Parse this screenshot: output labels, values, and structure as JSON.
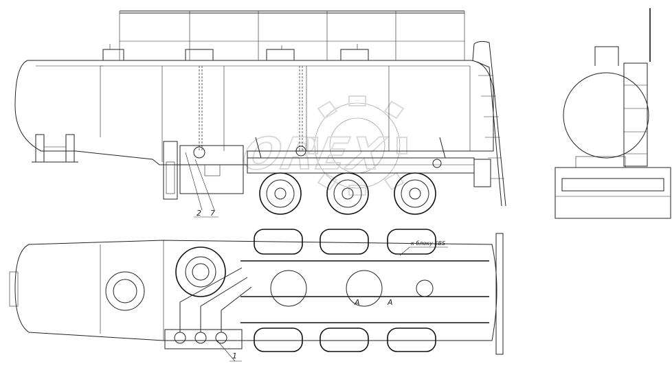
{
  "callouts": {
    "side_left": "2",
    "side_right": "7",
    "plan_bottom": "1"
  },
  "annotation": {
    "ebs_note": "к блоку EBS"
  },
  "marks": {
    "axle_a1": "A",
    "axle_a2": "A"
  },
  "watermark": {
    "text": "OREX"
  },
  "colors": {
    "line": "#222222",
    "background": "#ffffff",
    "watermark": "#bdbdbd"
  }
}
